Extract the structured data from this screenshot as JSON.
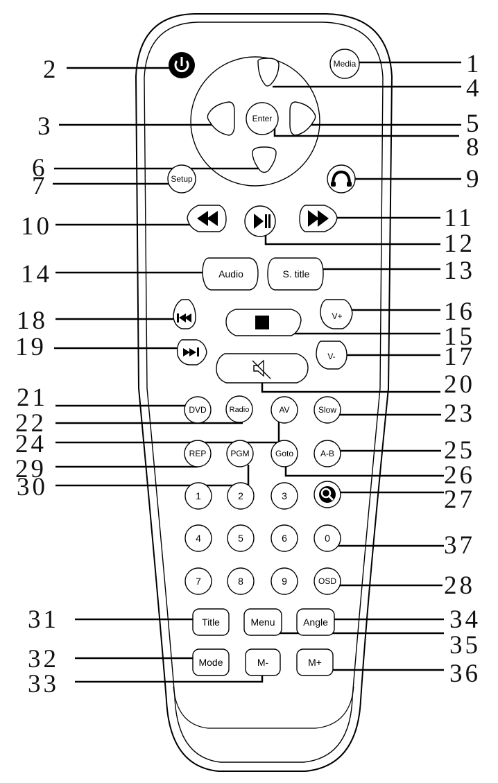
{
  "buttons": {
    "media": "Media",
    "enter": "Enter",
    "setup": "Setup",
    "audio": "Audio",
    "subtitle": "S. title",
    "vol_up": "V+",
    "vol_down": "V-",
    "dvd": "DVD",
    "radio": "Radio",
    "av": "AV",
    "slow": "Slow",
    "rep": "REP",
    "pgm": "PGM",
    "goto": "Goto",
    "ab": "A-B",
    "osd": "OSD",
    "title": "Title",
    "menu": "Menu",
    "angle": "Angle",
    "mode": "Mode",
    "m_minus": "M-",
    "m_plus": "M+",
    "digits": [
      "1",
      "2",
      "3",
      "4",
      "5",
      "6",
      "0",
      "7",
      "8",
      "9"
    ]
  },
  "callouts": {
    "c1": "1",
    "c2": "2",
    "c3": "3",
    "c4": "4",
    "c5": "5",
    "c6": "6",
    "c7": "7",
    "c8": "8",
    "c9": "9",
    "c10": "10",
    "c11": "11",
    "c12": "12",
    "c13": "13",
    "c14": "14",
    "c15": "15",
    "c16": "16",
    "c17": "17",
    "c18": "18",
    "c19": "19",
    "c20": "20",
    "c21": "21",
    "c22": "22",
    "c23": "23",
    "c24": "24",
    "c25": "25",
    "c26": "26",
    "c27": "27",
    "c28": "28",
    "c29": "29",
    "c30": "30",
    "c31": "31",
    "c32": "32",
    "c33": "33",
    "c34": "34",
    "c35": "35",
    "c36": "36",
    "c37": "37"
  }
}
